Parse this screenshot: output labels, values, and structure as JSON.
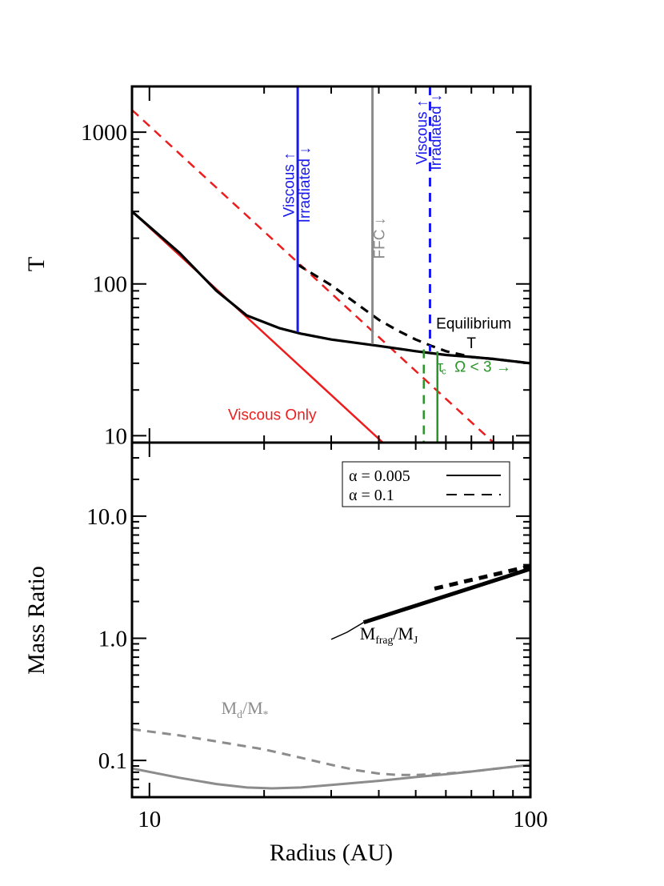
{
  "colors": {
    "black": "#000000",
    "red": "#ee1c1c",
    "blue": "#1a1aee",
    "gray": "#8c8c8c",
    "green": "#2a962a"
  },
  "chart_data": [
    {
      "panel": "top",
      "type": "line",
      "xscale": "log",
      "yscale": "log",
      "xlim": [
        9,
        100
      ],
      "ylim": [
        9,
        2000
      ],
      "ylabel": "T",
      "yticks": [
        {
          "v": 10,
          "label": "10"
        },
        {
          "v": 100,
          "label": "100"
        },
        {
          "v": 1000,
          "label": "1000"
        }
      ],
      "series": [
        {
          "name": "Viscous Only",
          "color": "red",
          "dash": "solid",
          "width": 2.5,
          "x": [
            9,
            41
          ],
          "y": [
            300,
            9
          ]
        },
        {
          "color": "red",
          "dash": "dashed",
          "width": 2.5,
          "x": [
            9,
            80
          ],
          "y": [
            1400,
            9
          ]
        },
        {
          "color": "black",
          "dash": "solid",
          "width": 3.2,
          "x": [
            9,
            12,
            15,
            18,
            22,
            25,
            30,
            40,
            50,
            60,
            70,
            80,
            100
          ],
          "y": [
            300,
            160,
            90,
            62,
            51,
            47,
            43,
            39,
            36,
            34,
            33,
            32,
            30
          ]
        },
        {
          "color": "black",
          "dash": "dashed",
          "width": 3.2,
          "x": [
            24.5,
            30,
            35,
            40,
            45,
            50,
            55,
            60,
            70,
            80,
            100
          ],
          "y": [
            134,
            98,
            74,
            58,
            49,
            43,
            39,
            36,
            33,
            32,
            30
          ]
        }
      ],
      "vlines": [
        {
          "x": 24.5,
          "from": 48,
          "to": 2000,
          "color": "blue",
          "dash": "solid",
          "width": 3
        },
        {
          "x": 38.5,
          "from": 40,
          "to": 2000,
          "color": "gray",
          "dash": "solid",
          "width": 3
        },
        {
          "x": 54.5,
          "from": 36,
          "to": 2000,
          "color": "blue",
          "dash": "dashed",
          "width": 3
        },
        {
          "x": 52.5,
          "from": 9,
          "to": 37,
          "color": "green",
          "dash": "dashed",
          "width": 2.5
        },
        {
          "x": 57,
          "from": 9,
          "to": 36,
          "color": "green",
          "dash": "solid",
          "width": 2.5
        }
      ],
      "annotations": [
        {
          "text": "Viscous ↑",
          "x": 23.4,
          "y": 450,
          "rotate": -90,
          "color": "blue",
          "size": 19
        },
        {
          "text": "Irradiated ↓",
          "x": 25.7,
          "y": 450,
          "rotate": -90,
          "color": "blue",
          "size": 19
        },
        {
          "text": "FFC ↓",
          "x": 40.4,
          "y": 200,
          "rotate": -90,
          "color": "gray",
          "size": 19
        },
        {
          "text": "Viscous ↑",
          "x": 52.2,
          "y": 1000,
          "rotate": -90,
          "color": "blue",
          "size": 19
        },
        {
          "text": "Irradiated ↓",
          "x": 56.8,
          "y": 1000,
          "rotate": -90,
          "color": "blue",
          "size": 19
        },
        {
          "text": "Viscous Only",
          "x": 21,
          "y": 13.5,
          "rotate": 0,
          "color": "red",
          "size": 19
        },
        {
          "text": "Equilibrium",
          "x": 71,
          "y": 54,
          "rotate": 0,
          "color": "black",
          "size": 19
        },
        {
          "text": "T",
          "x": 70,
          "y": 40,
          "rotate": 0,
          "color": "black",
          "size": 19
        },
        {
          "text": "τ",
          "x": 58,
          "y": 28,
          "rotate": 0,
          "color": "green",
          "size": 19
        },
        {
          "text": "c",
          "x": 59.3,
          "y": 26.3,
          "rotate": 0,
          "color": "green",
          "size": 11
        },
        {
          "text": "Ω < 3 →",
          "x": 75,
          "y": 28,
          "rotate": 0,
          "color": "green",
          "size": 19
        }
      ]
    },
    {
      "panel": "bottom",
      "type": "line",
      "xscale": "log",
      "yscale": "log",
      "xlim": [
        9,
        100
      ],
      "ylim": [
        0.05,
        40
      ],
      "xlabel": "Radius (AU)",
      "ylabel": "Mass Ratio",
      "xticks": [
        {
          "v": 10,
          "label": "10"
        },
        {
          "v": 100,
          "label": "100"
        }
      ],
      "yticks": [
        {
          "v": 0.1,
          "label": "0.1"
        },
        {
          "v": 1,
          "label": "1.0"
        },
        {
          "v": 10,
          "label": "10.0"
        }
      ],
      "series": [
        {
          "color": "black",
          "dash": "solid",
          "width": 1.5,
          "x": [
            30,
            33,
            36.5
          ],
          "y": [
            0.98,
            1.12,
            1.35
          ]
        },
        {
          "color": "black",
          "dash": "solid",
          "width": 5,
          "x": [
            36.5,
            100
          ],
          "y": [
            1.35,
            3.7
          ]
        },
        {
          "color": "black",
          "dash": "dashed",
          "width": 5,
          "x": [
            56,
            100
          ],
          "y": [
            2.55,
            3.9
          ]
        },
        {
          "color": "gray",
          "dash": "solid",
          "width": 3,
          "x": [
            9,
            12,
            15,
            18,
            21,
            25,
            30,
            40,
            50,
            60,
            70,
            80,
            100
          ],
          "y": [
            0.086,
            0.072,
            0.064,
            0.06,
            0.059,
            0.06,
            0.063,
            0.068,
            0.073,
            0.077,
            0.081,
            0.085,
            0.092
          ]
        },
        {
          "color": "gray",
          "dash": "dashed",
          "width": 3,
          "x": [
            9,
            12,
            15,
            20,
            25,
            30,
            35,
            40,
            45,
            50,
            60,
            70,
            80,
            100
          ],
          "y": [
            0.18,
            0.16,
            0.143,
            0.123,
            0.105,
            0.092,
            0.083,
            0.078,
            0.076,
            0.076,
            0.078,
            0.081,
            0.085,
            0.092
          ]
        }
      ],
      "legend": {
        "placement": "top-right",
        "entries": [
          {
            "label": "α = 0.005",
            "dash": "solid"
          },
          {
            "label": "α = 0.1",
            "dash": "dashed"
          }
        ]
      },
      "annotations": [
        {
          "text": "M",
          "x": 42.5,
          "y": 0.98,
          "color": "black",
          "size": 22,
          "sub": "frag",
          "after": "/M",
          "sub2": "J"
        },
        {
          "text": "M",
          "x": 17.8,
          "y": 0.24,
          "color": "gray",
          "size": 22,
          "sub": "d",
          "after": "/M",
          "sub2": "*"
        }
      ]
    }
  ]
}
